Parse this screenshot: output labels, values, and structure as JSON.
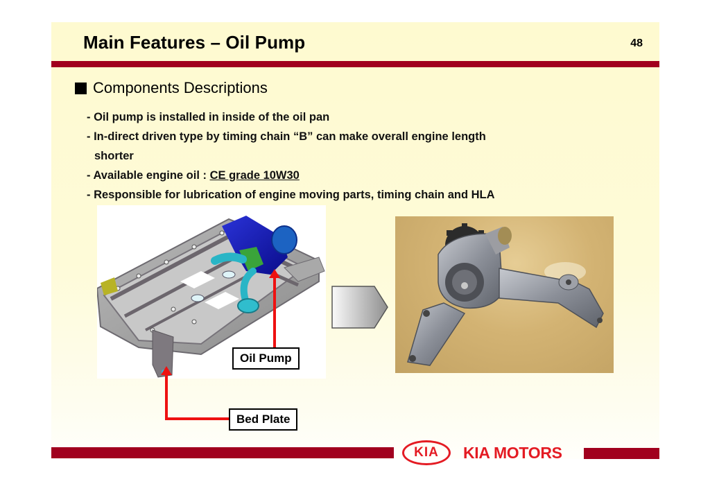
{
  "slide": {
    "title": "Main Features – Oil Pump",
    "page_number": "48",
    "section_heading": "Components Descriptions",
    "bullets": [
      {
        "prefix": "- ",
        "text": "Oil pump is installed in inside of the oil pan"
      },
      {
        "prefix": "- ",
        "text": "In-direct driven type by timing chain “B” can make overall engine length",
        "continuation": "shorter"
      },
      {
        "prefix": "- ",
        "text": "Available engine oil : ",
        "underlined": "CE grade 10W30"
      },
      {
        "prefix": "- ",
        "text": "Responsible for lubrication of engine moving parts, timing chain and HLA"
      }
    ],
    "callouts": {
      "oil_pump": "Oil Pump",
      "bed_plate": "Bed Plate"
    },
    "figures": {
      "diagram": "bed-plate-with-oil-pump-cad-render",
      "arrow": "right-arrow-icon",
      "photo": "oil-pump-photo"
    },
    "footer": {
      "logo_mark": "KIA",
      "brand": "KIA MOTORS"
    },
    "colors": {
      "accent_bar": "#a1001e",
      "brand_red": "#e41b23",
      "callout_line": "#ee1111",
      "background": "#fefad0"
    }
  }
}
